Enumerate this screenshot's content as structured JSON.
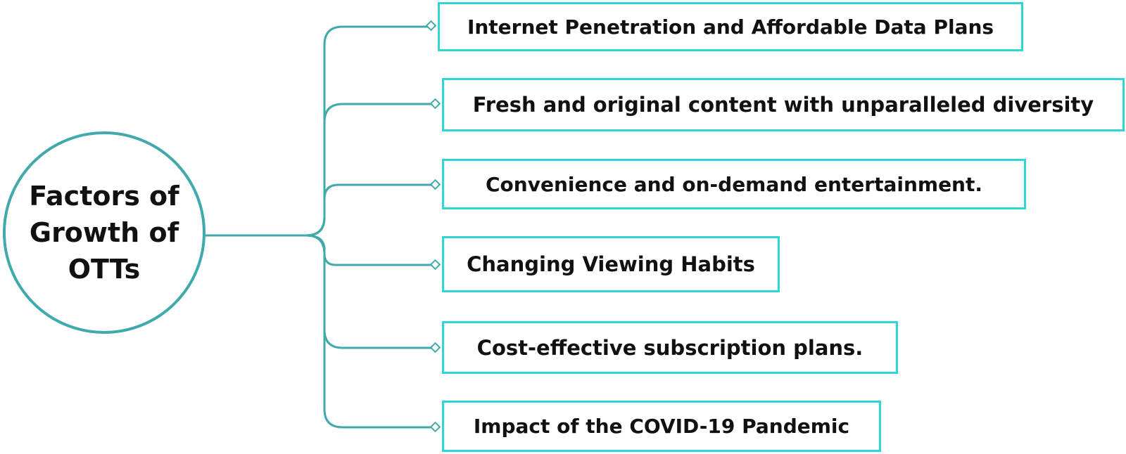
{
  "center": {
    "label": "Factors of Growth of OTTs"
  },
  "factors": [
    {
      "label": "Internet Penetration and Affordable Data Plans"
    },
    {
      "label": "Fresh and original content with unparalleled diversity"
    },
    {
      "label": "Convenience and on-demand entertainment."
    },
    {
      "label": "Changing Viewing Habits"
    },
    {
      "label": "Cost-effective subscription plans."
    },
    {
      "label": "Impact of the COVID-19 Pandemic"
    }
  ],
  "colors": {
    "connector": "#40a9ab",
    "circle_border": "#40a9ab",
    "box_border": "#2fd6d9",
    "text": "#111111"
  }
}
